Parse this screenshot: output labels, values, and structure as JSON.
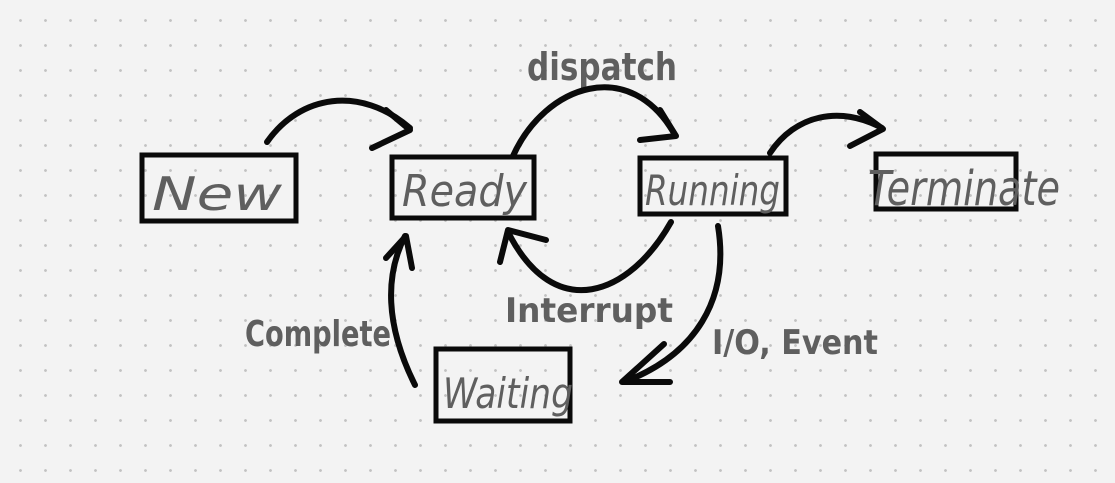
{
  "diagram": {
    "states": {
      "new": "New",
      "ready": "Ready",
      "running": "Running",
      "terminate": "Terminate",
      "waiting": "Waiting"
    },
    "transitions": {
      "dispatch": "dispatch",
      "interrupt": "Interrupt",
      "io_event": "I/O, Event",
      "complete": "Complete"
    }
  },
  "colors": {
    "background": "#f3f3f3",
    "stroke": "#0a0a0a",
    "handwriting": "#5f5f5f"
  }
}
